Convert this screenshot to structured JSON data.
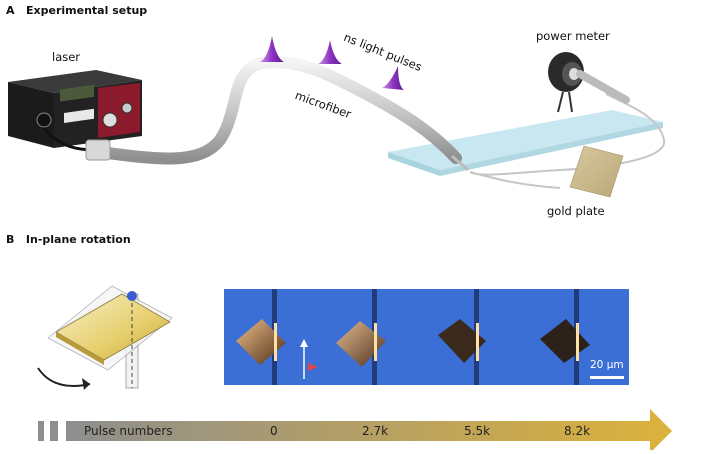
{
  "panel_a": {
    "letter": "A",
    "title": "Experimental setup",
    "labels": {
      "laser": "laser",
      "light_pulses": "ns light pulses",
      "microfiber": "microfiber",
      "power_meter": "power meter",
      "gold_plate": "gold plate"
    }
  },
  "panel_b": {
    "letter": "B",
    "title": "In-plane rotation",
    "scale_bar": "20 μm",
    "timeline": {
      "title": "Pulse numbers",
      "ticks": [
        "0",
        "2.7k",
        "5.5k",
        "8.2k"
      ]
    }
  },
  "colors": {
    "microscope_bg": "#3b6fd6",
    "arrow_start": "#8e8e8e",
    "arrow_end": "#dcb23a",
    "pulse_purple": "#9b45c8",
    "glass_slide": "#bfe3ee",
    "gold_plate": "#c9b88a"
  }
}
